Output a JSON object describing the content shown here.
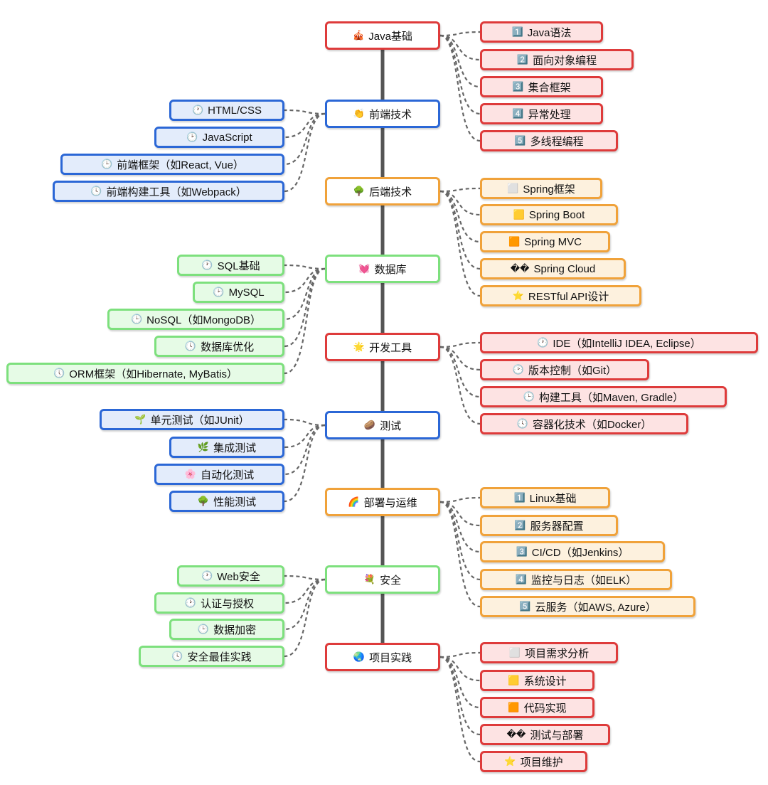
{
  "branches": [
    {
      "label": "Java基础",
      "icon": "🎪",
      "icon_name": "circus-tent-icon",
      "side": "right",
      "color": "red",
      "children": [
        {
          "label": "Java语法",
          "icon": "1️⃣",
          "icon_name": "keycap-1-icon"
        },
        {
          "label": "面向对象编程",
          "icon": "2️⃣",
          "icon_name": "keycap-2-icon"
        },
        {
          "label": "集合框架",
          "icon": "3️⃣",
          "icon_name": "keycap-3-icon"
        },
        {
          "label": "异常处理",
          "icon": "4️⃣",
          "icon_name": "keycap-4-icon"
        },
        {
          "label": "多线程编程",
          "icon": "5️⃣",
          "icon_name": "keycap-5-icon"
        }
      ]
    },
    {
      "label": "前端技术",
      "icon": "👏",
      "icon_name": "clapping-hands-icon",
      "side": "left",
      "color": "blue",
      "children": [
        {
          "label": "HTML/CSS",
          "icon": "🕐",
          "icon_name": "clock-icon"
        },
        {
          "label": "JavaScript",
          "icon": "🕑",
          "icon_name": "clock-icon"
        },
        {
          "label": "前端框架（如React, Vue）",
          "icon": "🕒",
          "icon_name": "clock-icon"
        },
        {
          "label": "前端构建工具（如Webpack）",
          "icon": "🕓",
          "icon_name": "clock-icon"
        }
      ]
    },
    {
      "label": "后端技术",
      "icon": "🌳",
      "icon_name": "tree-icon",
      "side": "right",
      "color": "orange",
      "children": [
        {
          "label": "Spring框架",
          "icon": "⬜",
          "icon_name": "gray-square-icon"
        },
        {
          "label": "Spring Boot",
          "icon": "🟨",
          "icon_name": "yellow-square-icon"
        },
        {
          "label": "Spring MVC",
          "icon": "🟧",
          "icon_name": "orange-square-icon"
        },
        {
          "label": "Spring Cloud",
          "icon": "��",
          "icon_name": "missing-glyph-icon"
        },
        {
          "label": "RESTful API设计",
          "icon": "⭐",
          "icon_name": "star-icon"
        }
      ]
    },
    {
      "label": "数据库",
      "icon": "💓",
      "icon_name": "beating-heart-icon",
      "side": "left",
      "color": "green",
      "children": [
        {
          "label": "SQL基础",
          "icon": "🕐",
          "icon_name": "clock-icon"
        },
        {
          "label": "MySQL",
          "icon": "🕑",
          "icon_name": "clock-icon"
        },
        {
          "label": "NoSQL（如MongoDB）",
          "icon": "🕒",
          "icon_name": "clock-icon"
        },
        {
          "label": "数据库优化",
          "icon": "🕓",
          "icon_name": "clock-icon"
        },
        {
          "label": "ORM框架（如Hibernate, MyBatis）",
          "icon": "🕔",
          "icon_name": "clock-icon"
        }
      ]
    },
    {
      "label": "开发工具",
      "icon": "🌟",
      "icon_name": "glowing-star-icon",
      "side": "right",
      "color": "red",
      "children": [
        {
          "label": "IDE（如IntelliJ IDEA, Eclipse）",
          "icon": "🕐",
          "icon_name": "clock-icon"
        },
        {
          "label": "版本控制（如Git）",
          "icon": "🕑",
          "icon_name": "clock-icon"
        },
        {
          "label": "构建工具（如Maven, Gradle）",
          "icon": "🕒",
          "icon_name": "clock-icon"
        },
        {
          "label": "容器化技术（如Docker）",
          "icon": "🕓",
          "icon_name": "clock-icon"
        }
      ]
    },
    {
      "label": "测试",
      "icon": "🥔",
      "icon_name": "potato-icon",
      "side": "left",
      "color": "blue",
      "children": [
        {
          "label": "单元测试（如JUnit）",
          "icon": "🌱",
          "icon_name": "seedling-icon"
        },
        {
          "label": "集成测试",
          "icon": "🌿",
          "icon_name": "herb-icon"
        },
        {
          "label": "自动化测试",
          "icon": "🌸",
          "icon_name": "cherry-blossom-icon"
        },
        {
          "label": "性能测试",
          "icon": "🌳",
          "icon_name": "tree-icon"
        }
      ]
    },
    {
      "label": "部署与运维",
      "icon": "🌈",
      "icon_name": "rainbow-icon",
      "side": "right",
      "color": "orange",
      "children": [
        {
          "label": "Linux基础",
          "icon": "1️⃣",
          "icon_name": "keycap-1-icon"
        },
        {
          "label": "服务器配置",
          "icon": "2️⃣",
          "icon_name": "keycap-2-icon"
        },
        {
          "label": "CI/CD（如Jenkins）",
          "icon": "3️⃣",
          "icon_name": "keycap-3-icon"
        },
        {
          "label": "监控与日志（如ELK）",
          "icon": "4️⃣",
          "icon_name": "keycap-4-icon"
        },
        {
          "label": "云服务（如AWS, Azure）",
          "icon": "5️⃣",
          "icon_name": "keycap-5-icon"
        }
      ]
    },
    {
      "label": "安全",
      "icon": "💐",
      "icon_name": "bouquet-icon",
      "side": "left",
      "color": "green",
      "children": [
        {
          "label": "Web安全",
          "icon": "🕐",
          "icon_name": "clock-icon"
        },
        {
          "label": "认证与授权",
          "icon": "🕑",
          "icon_name": "clock-icon"
        },
        {
          "label": "数据加密",
          "icon": "🕒",
          "icon_name": "clock-icon"
        },
        {
          "label": "安全最佳实践",
          "icon": "🕓",
          "icon_name": "clock-icon"
        }
      ]
    },
    {
      "label": "项目实践",
      "icon": "🌏",
      "icon_name": "globe-icon",
      "side": "right",
      "color": "red",
      "children": [
        {
          "label": "项目需求分析",
          "icon": "⬜",
          "icon_name": "gray-square-icon"
        },
        {
          "label": "系统设计",
          "icon": "🟨",
          "icon_name": "yellow-square-icon"
        },
        {
          "label": "代码实现",
          "icon": "🟧",
          "icon_name": "orange-square-icon"
        },
        {
          "label": "测试与部署",
          "icon": "��",
          "icon_name": "missing-glyph-icon"
        },
        {
          "label": "项目维护",
          "icon": "⭐",
          "icon_name": "star-icon"
        }
      ]
    }
  ]
}
